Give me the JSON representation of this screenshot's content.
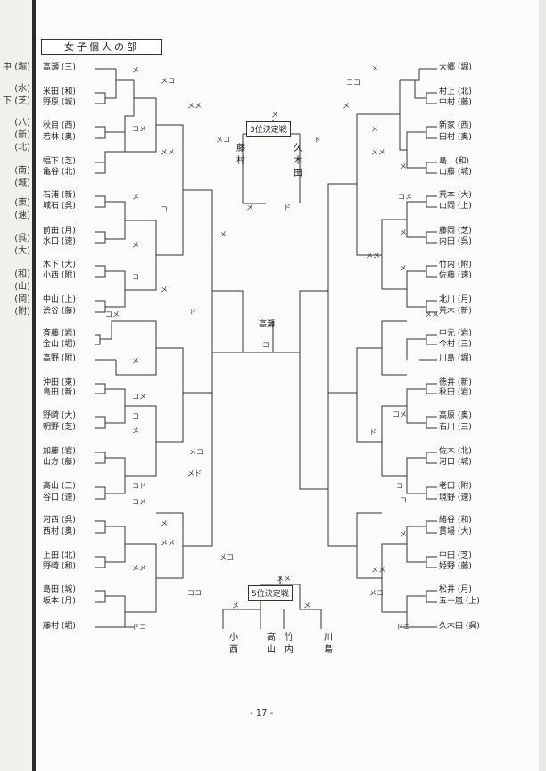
{
  "edge_labels": [
    "中 (堀)",
    "(水)",
    "下 (芝)",
    "(八)",
    "(新)",
    "(北)",
    "(南)",
    "(城)",
    "(東)",
    "(速)",
    "(呉)",
    "(大)",
    "(和)",
    "(山)",
    "(岡)",
    "(附)"
  ],
  "title": "女子個人の部",
  "left_players": [
    "高瀬 (三)",
    "米田 (和)",
    "野原 (城)",
    "秋目 (西)",
    "若林 (奥)",
    "幅下 (芝)",
    "亀谷 (北)",
    "石浦 (新)",
    "城石 (呉)",
    "前田 (月)",
    "水口 (速)",
    "木下 (大)",
    "小西 (附)",
    "中山 (上)",
    "渋谷 (藤)",
    "斉藤 (岩)",
    "金山 (堀)",
    "高野 (附)",
    "沖田 (東)",
    "島田 (新)",
    "野崎 (大)",
    "明野 (芝)",
    "加藤 (岩)",
    "山方 (藤)",
    "高山 (三)",
    "谷口 (速)",
    "河西 (呉)",
    "西村 (奥)",
    "上田 (北)",
    "野崎 (和)",
    "島田 (城)",
    "坂本 (月)",
    "藤村 (堀)"
  ],
  "right_players": [
    "大郷 (堀)",
    "村上 (北)",
    "中村 (藤)",
    "新家 (西)",
    "田村 (奥)",
    "島　(和)",
    "山藤 (城)",
    "荒本 (大)",
    "山岡 (上)",
    "藤岡 (芝)",
    "内田 (呉)",
    "竹内 (附)",
    "佐藤 (速)",
    "北川 (月)",
    "荒木 (新)",
    "中元 (岩)",
    "今村 (三)",
    "川島 (堀)",
    "徳井 (新)",
    "秋田 (岩)",
    "高原 (奥)",
    "石川 (三)",
    "佐木 (北)",
    "河口 (城)",
    "老田 (附)",
    "境野 (速)",
    "緒谷 (和)",
    "貫場 (大)",
    "中田 (芝)",
    "姫野 (藤)",
    "松井 (月)",
    "五十嵐 (上)",
    "久木田 (呉)"
  ],
  "scores": [
    "メ",
    "メコ",
    "コメ",
    "メメ",
    "メメ",
    "メ",
    "コ",
    "メ",
    "メコ",
    "メ",
    "コメ",
    "ド",
    "コ",
    "メド",
    "コド",
    "メメ",
    "メメ",
    "ドコ",
    "コ",
    "ココ",
    "メ",
    "メ",
    "メコ",
    "コメ",
    "メコ",
    "メ",
    "コメ",
    "メ",
    "メ",
    "ココ",
    "メ",
    "メ",
    "メメ",
    "コメ",
    "ド",
    "ド",
    "メ",
    "コ",
    "メ",
    "ドコ",
    "コ",
    "メコ",
    "メメ",
    "メメ",
    "コメ",
    "メメ",
    "メ",
    "メ"
  ],
  "third_place": {
    "label": "3位決定戦",
    "left": "藤村",
    "right": "久木田",
    "mark": "メ",
    "left_mark": "メ",
    "right_mark": "ド"
  },
  "final": {
    "winner": "高瀬",
    "mark": "コ"
  },
  "fifth_place": {
    "label": "5位決定戦",
    "mark": "メメ",
    "entrants": [
      "小西",
      "高山",
      "竹内",
      "川島"
    ],
    "marks": [
      "メ",
      "メ"
    ]
  },
  "page_number": "- 17 -"
}
